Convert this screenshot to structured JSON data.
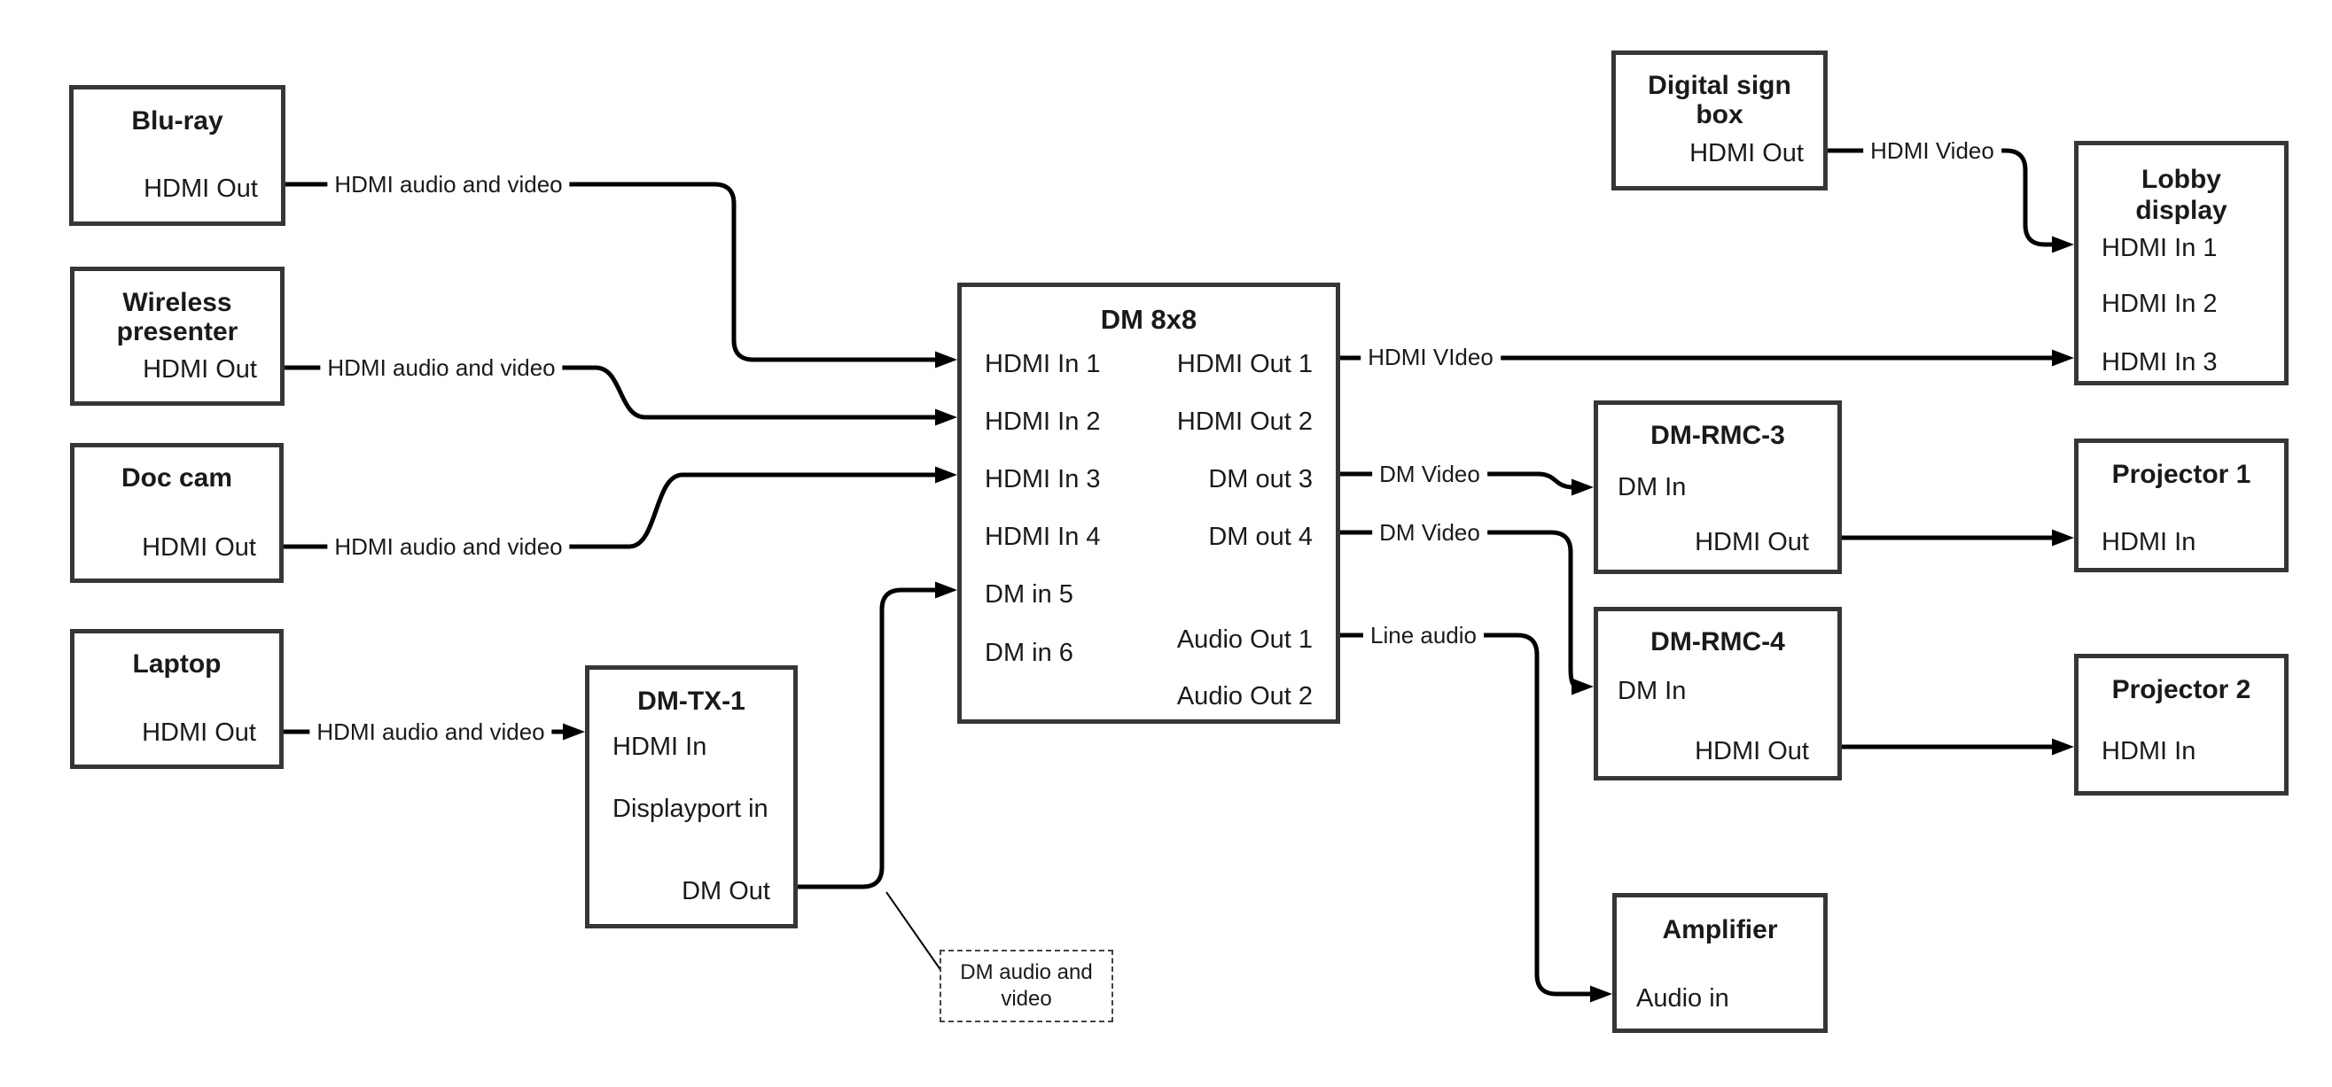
{
  "colors": {
    "background": "#ffffff",
    "line": "#000000",
    "box_border": "#363636",
    "text": "#1a1a1a"
  },
  "boxes": {
    "bluray": {
      "title": "Blu-ray",
      "hdmi_out": "HDMI Out"
    },
    "wireless": {
      "title_line1": "Wireless",
      "title_line2": "presenter",
      "hdmi_out": "HDMI Out"
    },
    "doccam": {
      "title": "Doc cam",
      "hdmi_out": "HDMI Out"
    },
    "laptop": {
      "title": "Laptop",
      "hdmi_out": "HDMI Out"
    },
    "dmtx1": {
      "title": "DM-TX-1",
      "hdmi_in": "HDMI In",
      "displayport_in": "Displayport in",
      "dm_out": "DM Out"
    },
    "dm8x8": {
      "title": "DM 8x8",
      "hdmi_in_1": "HDMI In 1",
      "hdmi_in_2": "HDMI In 2",
      "hdmi_in_3": "HDMI In 3",
      "hdmi_in_4": "HDMI In 4",
      "dm_in_5": "DM in 5",
      "dm_in_6": "DM in 6",
      "hdmi_out_1": "HDMI Out 1",
      "hdmi_out_2": "HDMI Out 2",
      "dm_out_3": "DM out 3",
      "dm_out_4": "DM out 4",
      "audio_out_1": "Audio Out 1",
      "audio_out_2": "Audio Out 2"
    },
    "digitalsign": {
      "title_line1": "Digital sign",
      "title_line2": "box",
      "hdmi_out": "HDMI Out"
    },
    "lobby": {
      "title_line1": "Lobby",
      "title_line2": "display",
      "hdmi_in_1": "HDMI In 1",
      "hdmi_in_2": "HDMI In 2",
      "hdmi_in_3": "HDMI In 3"
    },
    "dmrmc3": {
      "title": "DM-RMC-3",
      "dm_in": "DM In",
      "hdmi_out": "HDMI Out"
    },
    "proj1": {
      "title": "Projector 1",
      "hdmi_in": "HDMI In"
    },
    "dmrmc4": {
      "title": "DM-RMC-4",
      "dm_in": "DM In",
      "hdmi_out": "HDMI Out"
    },
    "proj2": {
      "title": "Projector 2",
      "hdmi_in": "HDMI In"
    },
    "amplifier": {
      "title": "Amplifier",
      "audio_in": "Audio in"
    }
  },
  "line_labels": {
    "bluray": "HDMI audio and video",
    "wireless": "HDMI audio and video",
    "doccam": "HDMI audio and video",
    "laptop": "HDMI audio and video",
    "hdmi_out1": "HDMI VIdeo",
    "dm_out3": "DM Video",
    "dm_out4": "DM Video",
    "audio_out1": "Line audio",
    "digitalsign": "HDMI Video"
  },
  "note": {
    "line1": "DM audio and",
    "line2": "video"
  }
}
